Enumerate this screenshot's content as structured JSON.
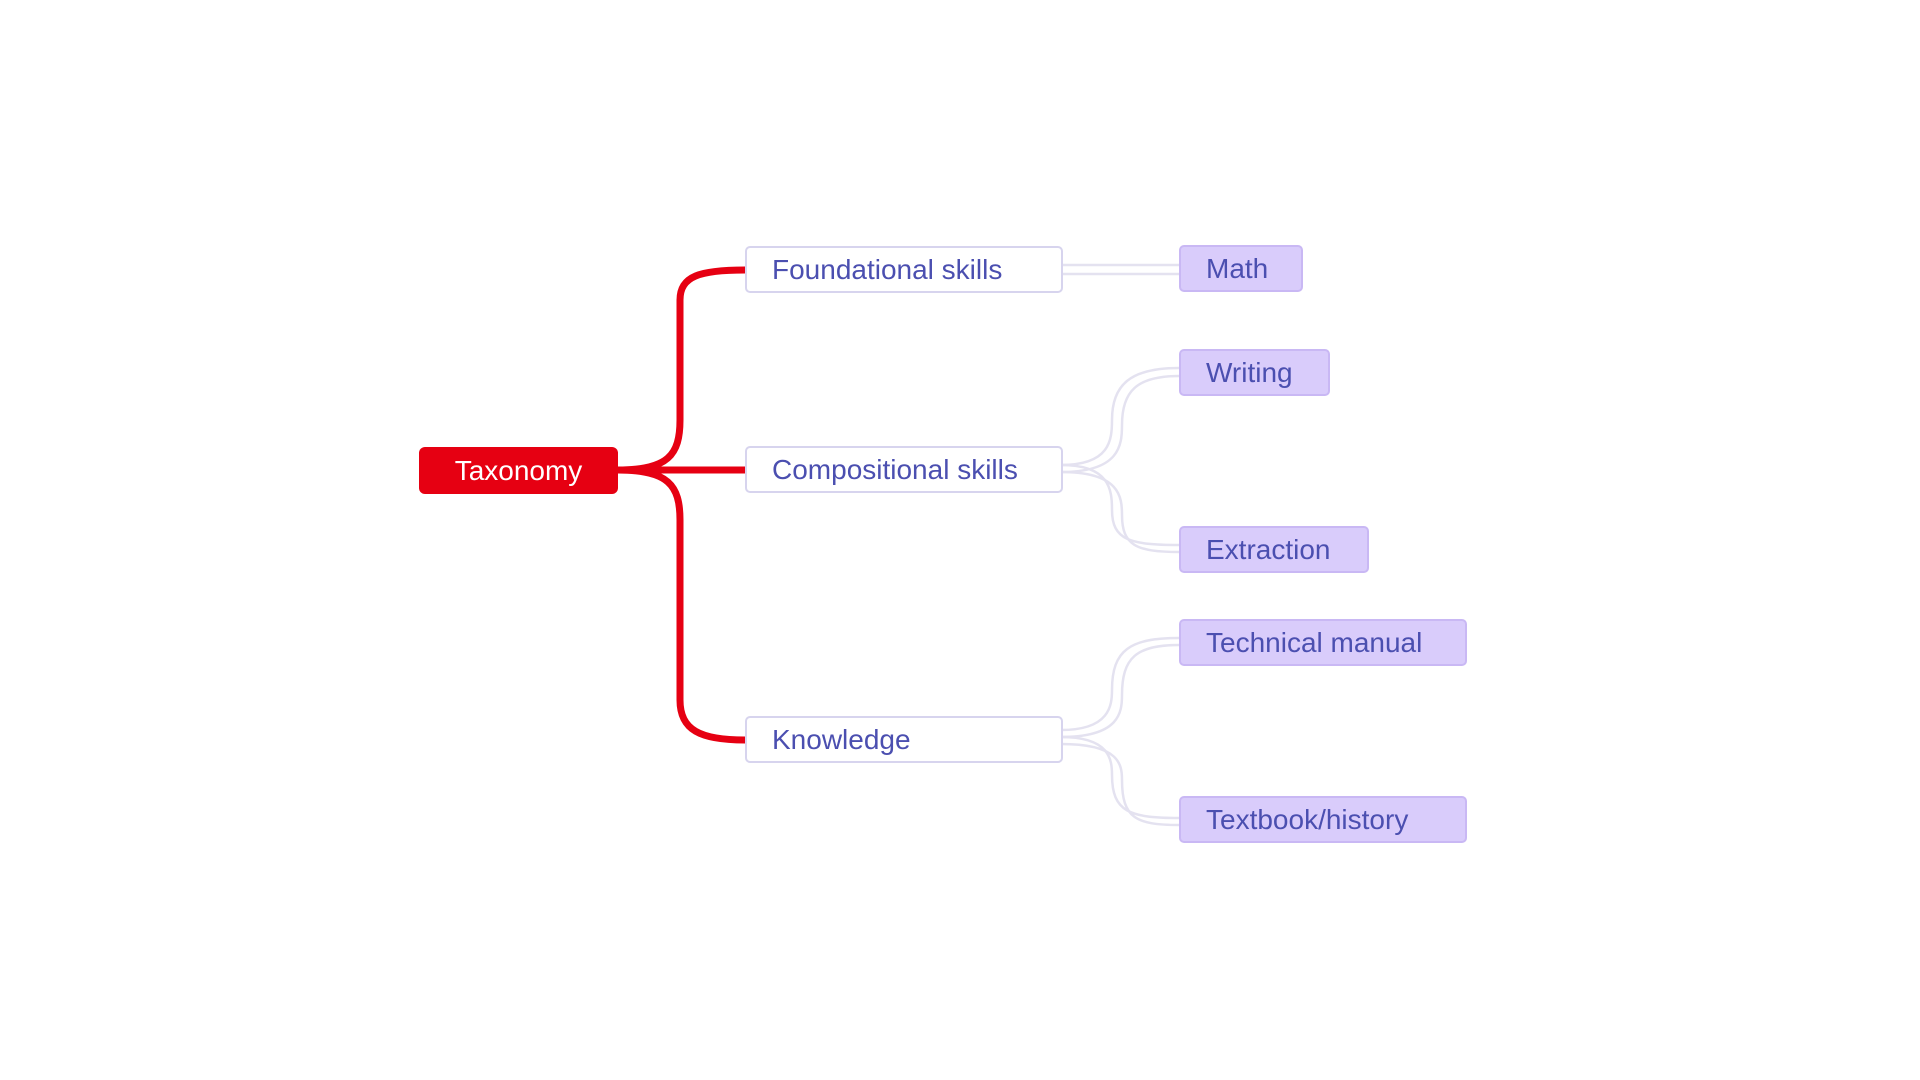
{
  "diagram": {
    "root": {
      "label": "Taxonomy"
    },
    "branches": [
      {
        "label": "Foundational skills",
        "children": [
          {
            "label": "Math"
          }
        ]
      },
      {
        "label": "Compositional skills",
        "children": [
          {
            "label": "Writing"
          },
          {
            "label": "Extraction"
          }
        ]
      },
      {
        "label": "Knowledge",
        "children": [
          {
            "label": "Technical manual"
          },
          {
            "label": "Textbook/history"
          }
        ]
      }
    ]
  },
  "colors": {
    "root_fill": "#e60012",
    "root_connector": "#e60012",
    "branch_border": "#d7d4ee",
    "leaf_fill": "#d9ccfb",
    "leaf_connector": "#e4e2f0",
    "text": "#4b4fb0"
  }
}
